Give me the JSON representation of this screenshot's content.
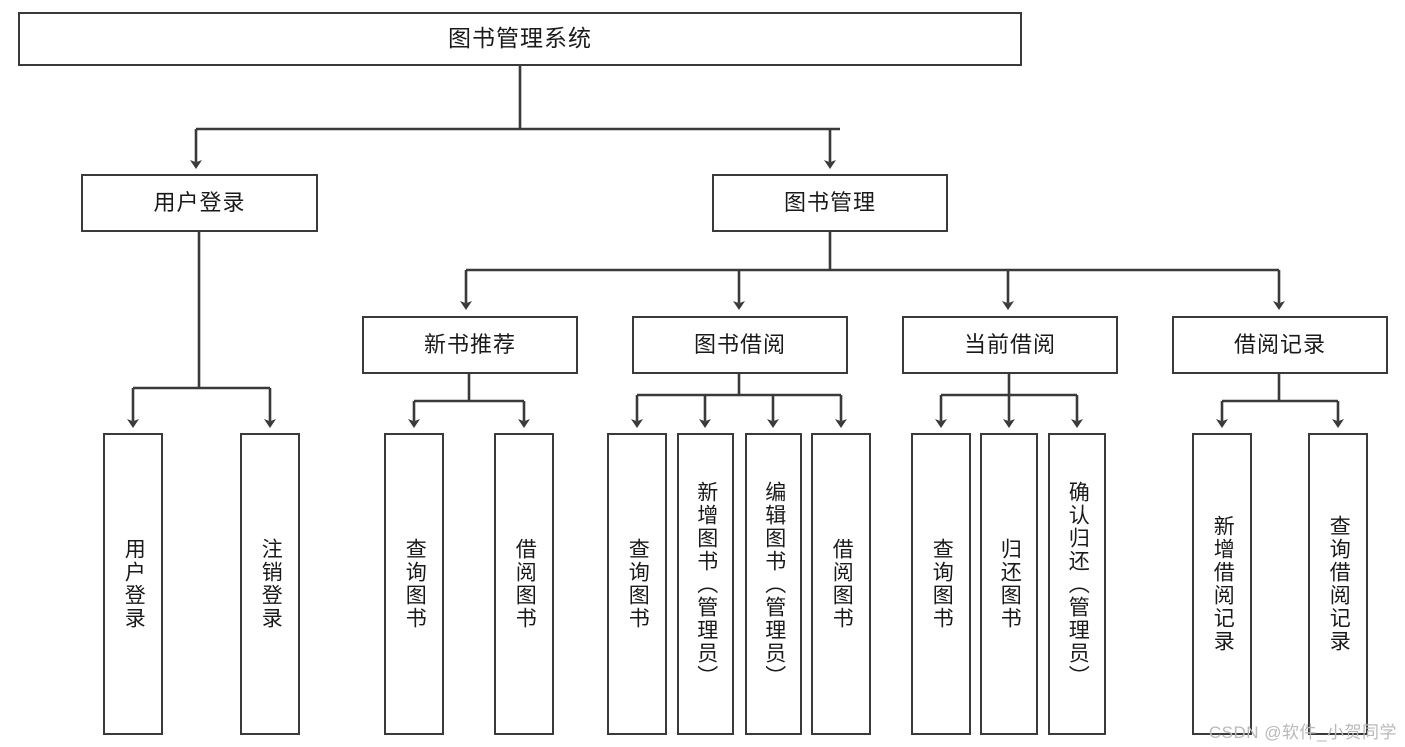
{
  "diagram": {
    "title_node": {
      "label": "图书管理系统"
    },
    "level2": [
      {
        "id": "user-login",
        "label": "用户登录"
      },
      {
        "id": "book-manage",
        "label": "图书管理"
      }
    ],
    "level3": [
      {
        "id": "new-book-recommend",
        "label": "新书推荐"
      },
      {
        "id": "book-borrow",
        "label": "图书借阅"
      },
      {
        "id": "current-borrow",
        "label": "当前借阅"
      },
      {
        "id": "borrow-record",
        "label": "借阅记录"
      }
    ],
    "leaves": [
      {
        "id": "leaf-user-login",
        "label": "用户登录"
      },
      {
        "id": "leaf-logout-login",
        "label": "注销登录"
      },
      {
        "id": "leaf-query-book-1",
        "label": "查询图书"
      },
      {
        "id": "leaf-borrow-book-1",
        "label": "借阅图书"
      },
      {
        "id": "leaf-query-book-2",
        "label": "查询图书"
      },
      {
        "id": "leaf-add-book",
        "label": "新增图书（管理员）"
      },
      {
        "id": "leaf-edit-book",
        "label": "编辑图书（管理员）"
      },
      {
        "id": "leaf-borrow-book-2",
        "label": "借阅图书"
      },
      {
        "id": "leaf-query-book-3",
        "label": "查询图书"
      },
      {
        "id": "leaf-return-book",
        "label": "归还图书"
      },
      {
        "id": "leaf-confirm-return",
        "label": "确认归还（管理员）"
      },
      {
        "id": "leaf-add-borrow-record",
        "label": "新增借阅记录"
      },
      {
        "id": "leaf-query-borrow-record",
        "label": "查询借阅记录"
      }
    ]
  },
  "watermark": {
    "text": "CSDN @软件_小贺同学"
  },
  "colors": {
    "stroke": "#3a3a3a",
    "text": "#1a1a1a",
    "background": "#ffffff",
    "watermark": "#b9b9b9"
  }
}
